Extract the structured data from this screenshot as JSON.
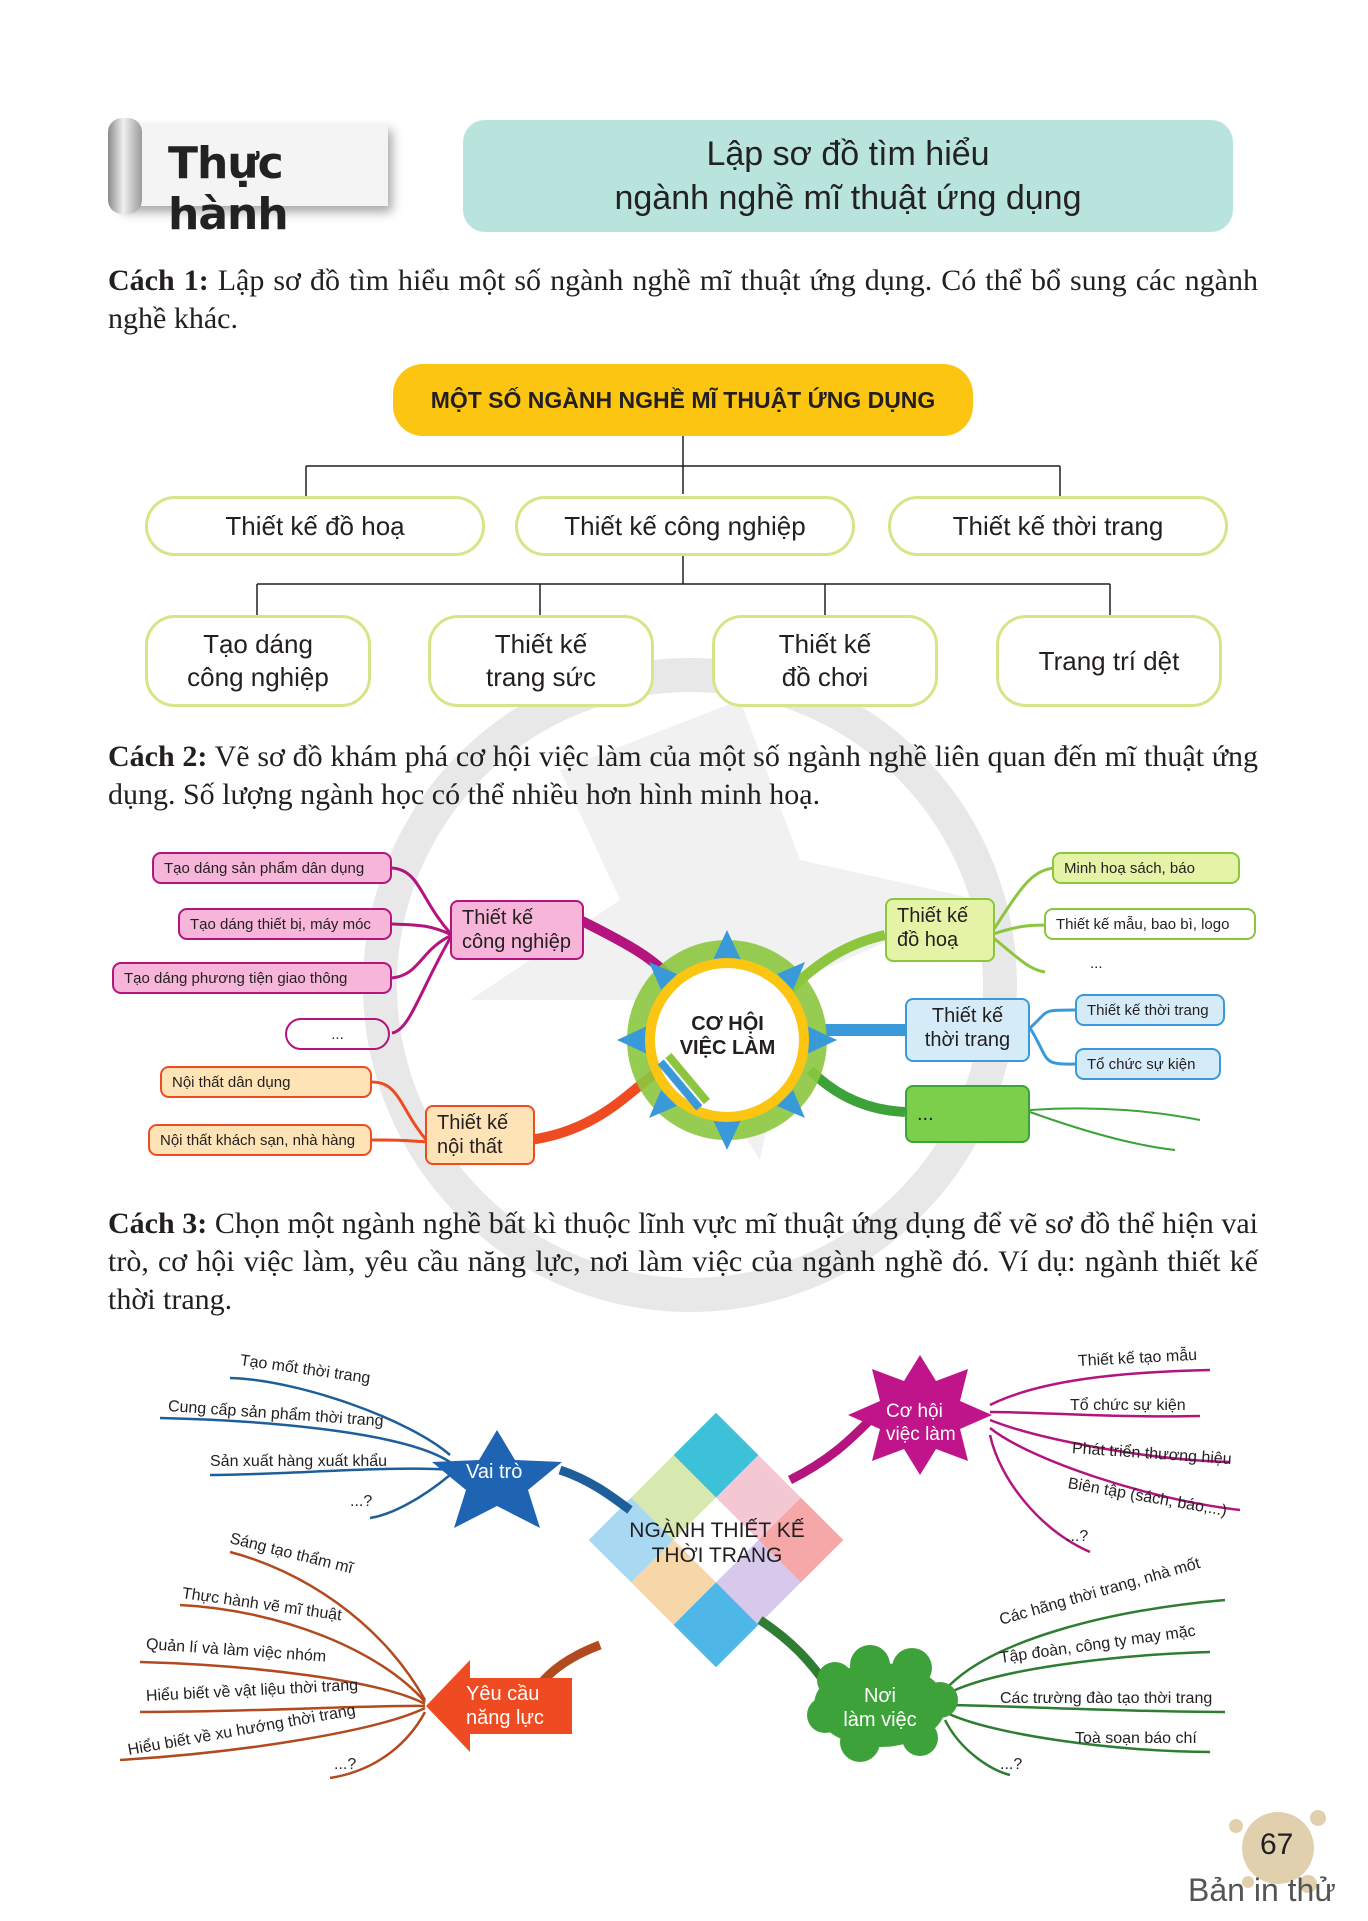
{
  "header": {
    "banner": "Thực hành",
    "title_line1": "Lập sơ đồ tìm hiểu",
    "title_line2": "ngành nghề mĩ thuật ứng dụng"
  },
  "cach1": {
    "label": "Cách 1:",
    "text": " Lập sơ đồ tìm hiểu một số ngành nghề mĩ thuật ứng dụng. Có thể bổ sung các ngành nghề khác.",
    "root": "MỘT SỐ NGÀNH NGHỀ MĨ THUẬT ỨNG DỤNG",
    "row1": [
      "Thiết kế đồ hoạ",
      "Thiết kế công nghiệp",
      "Thiết kế thời trang"
    ],
    "row2": [
      [
        "Tạo dáng",
        "công nghiệp"
      ],
      [
        "Thiết kế",
        "trang sức"
      ],
      [
        "Thiết kế",
        "đồ chơi"
      ],
      [
        "Trang trí dệt",
        ""
      ]
    ]
  },
  "cach2": {
    "label": "Cách 2:",
    "text": " Vẽ sơ đồ khám phá cơ hội việc làm của một số ngành nghề liên quan đến mĩ thuật ứng dụng. Số lượng ngành học có thể nhiều hơn hình minh hoạ.",
    "center": [
      "CƠ HỘI",
      "VIỆC LÀM"
    ],
    "cong_nghiep": {
      "title": [
        "Thiết kế",
        "công nghiệp"
      ],
      "items": [
        "Tạo dáng sản phẩm dân dụng",
        "Tạo dáng thiết bị, máy móc",
        "Tạo dáng phương tiện giao thông",
        "..."
      ]
    },
    "noi_that": {
      "title": [
        "Thiết kế",
        "nội thất"
      ],
      "items": [
        "Nội thất dân dụng",
        "Nội thất khách sạn, nhà hàng"
      ]
    },
    "do_hoa": {
      "title": [
        "Thiết kế",
        "đồ hoạ"
      ],
      "items": [
        "Minh hoạ sách, báo",
        "Thiết kế mẫu, bao bì, logo",
        "..."
      ]
    },
    "thoi_trang": {
      "title": [
        "Thiết kế",
        "thời trang"
      ],
      "items": [
        "Thiết kế thời trang",
        "Tổ chức sự kiện"
      ]
    },
    "more": "..."
  },
  "cach3": {
    "label": "Cách 3:",
    "text": " Chọn một ngành nghề bất kì thuộc lĩnh vực mĩ thuật ứng dụng để vẽ sơ đồ thể hiện vai trò, cơ hội việc làm, yêu cầu năng lực, nơi làm việc của ngành nghề đó. Ví dụ: ngành thiết kế thời trang.",
    "center": [
      "NGÀNH THIẾT KẾ",
      "THỜI TRANG"
    ],
    "vai_tro": {
      "title": "Vai trò",
      "items": [
        "Tạo mốt thời trang",
        "Cung cấp sản phẩm thời trang",
        "Sản xuất hàng xuất khẩu",
        "...?"
      ]
    },
    "co_hoi": {
      "title": [
        "Cơ hội",
        "việc làm"
      ],
      "items": [
        "Thiết kế tạo mẫu",
        "Tổ chức sự kiện",
        "Phát triển thương hiệu",
        "Biên tập (sách, báo,...)",
        "...?"
      ]
    },
    "yeu_cau": {
      "title": [
        "Yêu cầu",
        "năng lực"
      ],
      "items": [
        "Sáng tạo thẩm mĩ",
        "Thực hành vẽ mĩ thuật",
        "Quản lí và làm việc nhóm",
        "Hiểu biết về vật liệu thời trang",
        "Hiểu biết về xu hướng thời trang",
        "...?"
      ]
    },
    "noi_lam": {
      "title": [
        "Nơi",
        "làm việc"
      ],
      "items": [
        "Các hãng thời trang, nhà mốt",
        "Tập đoàn, công ty may mặc",
        "Các trường đào tạo thời trang",
        "Toà soạn báo chí",
        "...?"
      ]
    }
  },
  "footer": {
    "page_number": "67",
    "draft": "Bản in thử"
  },
  "colors": {
    "teal_title": "#b9e4de",
    "yellow": "#fcc512",
    "node_border": "#d6e587",
    "pink": "#f7b6d9",
    "orange": "#fde3b5",
    "green": "#e4f3a6",
    "blue": "#d5ecf8",
    "magenta": "#b3147e",
    "red_orange": "#ef4b23",
    "lime": "#8cc63f",
    "sky": "#3a9ad9"
  }
}
